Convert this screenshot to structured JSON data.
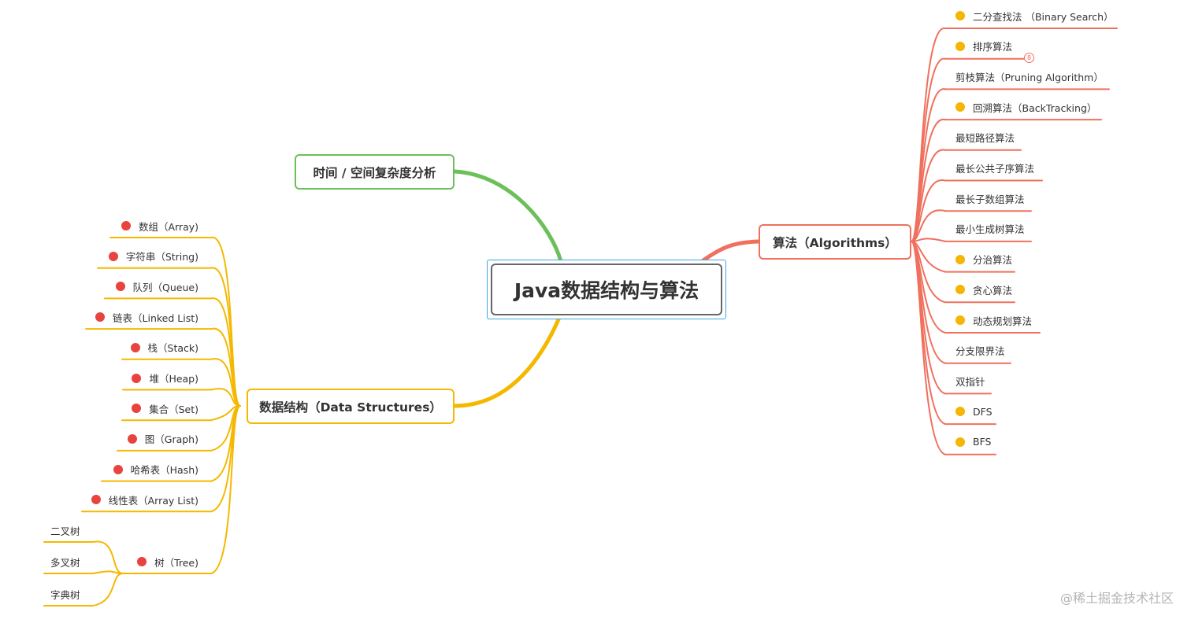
{
  "root": {
    "title": "Java数据结构与算法"
  },
  "branches": {
    "complexity": {
      "title": "时间 / 空间复杂度分析",
      "color": "#6cc05a"
    },
    "algorithms": {
      "title": "算法（Algorithms）",
      "color": "#f0705e"
    },
    "data_structures": {
      "title": "数据结构（Data Structures）",
      "color": "#f5b800"
    }
  },
  "algorithms_items": [
    {
      "label": "二分查找法 （Binary Search）",
      "marker": "orange"
    },
    {
      "label": "排序算法",
      "marker": "orange",
      "badge": "8"
    },
    {
      "label": "剪枝算法（Pruning Algorithm）",
      "marker": "none"
    },
    {
      "label": "回溯算法（BackTracking）",
      "marker": "orange"
    },
    {
      "label": "最短路径算法",
      "marker": "none"
    },
    {
      "label": "最长公共子序算法",
      "marker": "none"
    },
    {
      "label": "最长子数组算法",
      "marker": "none"
    },
    {
      "label": "最小生成树算法",
      "marker": "none"
    },
    {
      "label": "分治算法",
      "marker": "orange"
    },
    {
      "label": "贪心算法",
      "marker": "orange"
    },
    {
      "label": "动态规划算法",
      "marker": "orange"
    },
    {
      "label": "分支限界法",
      "marker": "none"
    },
    {
      "label": "双指针",
      "marker": "none"
    },
    {
      "label": "DFS",
      "marker": "orange"
    },
    {
      "label": "BFS",
      "marker": "orange"
    }
  ],
  "data_structures_items": [
    {
      "label": "数组（Array)",
      "marker": "red"
    },
    {
      "label": "字符串（String)",
      "marker": "red"
    },
    {
      "label": "队列（Queue)",
      "marker": "red"
    },
    {
      "label": "链表（Linked List)",
      "marker": "red"
    },
    {
      "label": "栈（Stack)",
      "marker": "red"
    },
    {
      "label": "堆（Heap)",
      "marker": "red"
    },
    {
      "label": "集合（Set)",
      "marker": "red"
    },
    {
      "label": "图（Graph)",
      "marker": "red"
    },
    {
      "label": "哈希表（Hash)",
      "marker": "red"
    },
    {
      "label": "线性表（Array List)",
      "marker": "red"
    },
    {
      "label": "树（Tree)",
      "marker": "red"
    }
  ],
  "tree_children": [
    "二叉树",
    "多叉树",
    "字典树"
  ],
  "watermark": "@稀土掘金技术社区"
}
